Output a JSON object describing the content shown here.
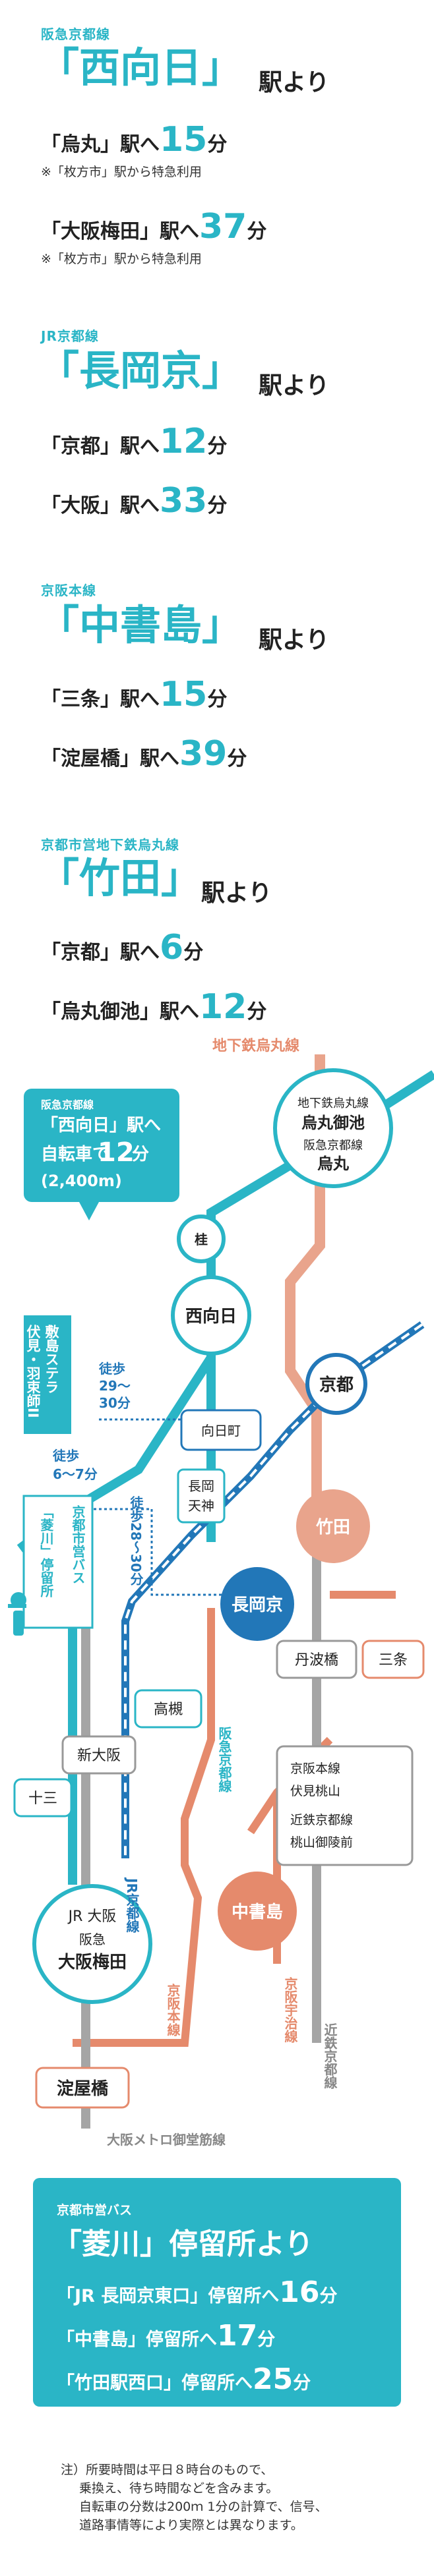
{
  "sections": [
    {
      "line": "阪急京都線",
      "station": "「西向日」",
      "yori": "駅より",
      "routes": [
        {
          "dest": "「烏丸」駅へ",
          "minutes": "15",
          "unit": "分",
          "note": "※「枚方市」駅から特急利用"
        },
        {
          "dest": "「大阪梅田」駅へ",
          "minutes": "37",
          "unit": "分",
          "note": "※「枚方市」駅から特急利用"
        }
      ]
    },
    {
      "line": "JR京都線",
      "station": "「長岡京」",
      "yori": "駅より",
      "routes": [
        {
          "dest": "「京都」駅へ",
          "minutes": "12",
          "unit": "分"
        },
        {
          "dest": "「大阪」駅へ",
          "minutes": "33",
          "unit": "分"
        }
      ]
    },
    {
      "line": "京阪本線",
      "station": "「中書島」",
      "yori": "駅より",
      "routes": [
        {
          "dest": "「三条」駅へ",
          "minutes": "15",
          "unit": "分"
        },
        {
          "dest": "「淀屋橋」駅へ",
          "minutes": "39",
          "unit": "分"
        }
      ]
    },
    {
      "line": "京都市営地下鉄烏丸線",
      "station": "「竹田」",
      "yori": "駅より",
      "routes": [
        {
          "dest": "「京都」駅へ",
          "minutes": "6",
          "unit": "分"
        },
        {
          "dest": "「烏丸御池」駅へ",
          "minutes": "12",
          "unit": "分"
        }
      ]
    }
  ],
  "map": {
    "callout_line": "阪急京都線",
    "callout_title": "「西向日」駅へ",
    "callout_bike": "自転車で",
    "callout_minutes": "12",
    "callout_unit": "分",
    "callout_dist": "(2,400m)",
    "subway_label": "地下鉄烏丸線",
    "karasuma_line": "地下鉄烏丸線",
    "karasuma_oike": "烏丸御池",
    "hankyu_line2": "阪急京都線",
    "karasuma": "烏丸",
    "katsura": "桂",
    "nishimuko": "西向日",
    "kyoto": "京都",
    "mukomachi": "向日町",
    "nagaoka_tenjin_1": "長岡",
    "nagaoka_tenjin_2": "天神",
    "takeda": "竹田",
    "nagaokakyo": "長岡京",
    "tanbabashi": "丹波橋",
    "sanjo": "三条",
    "takatsuki": "高槻",
    "shinosaka": "新大阪",
    "juso": "十三",
    "jr_osaka_1": "JR 大阪",
    "jr_osaka_2": "阪急",
    "jr_osaka_3": "大阪梅田",
    "keihan_a": "京阪本線",
    "keihan_b": "伏見桃山",
    "keihan_c": "近鉄京都線",
    "keihan_d": "桃山御陵前",
    "chushojima": "中書島",
    "yodoyabashi": "淀屋橋",
    "midosuji": "大阪メトロ御堂筋線",
    "kintetsu": "近鉄京都線",
    "keihan_uji": "京阪宇治線",
    "keihan_main": "京阪本線",
    "hankyu_vert": "阪急京都線",
    "jr_vert": "JR京都線",
    "bus_vert": "京都市営バス",
    "hishikawa_vert": "「菱川」停留所",
    "stella_vert": "敷島ステラ",
    "fushimi_vert": "伏見・羽束師II",
    "walk1": "徒歩",
    "walk1b": "29〜",
    "walk1c": "30分",
    "walk2": "徒歩",
    "walk2b": "6〜7分",
    "walk3": "徒歩28〜30分"
  },
  "bus": {
    "label": "京都市営バス",
    "title": "「菱川」停留所より",
    "routes": [
      {
        "dest": "「JR 長岡京東口」停留所へ",
        "minutes": "16",
        "unit": "分"
      },
      {
        "dest": "「中書島」停留所へ",
        "minutes": "17",
        "unit": "分"
      },
      {
        "dest": "「竹田駅西口」停留所へ",
        "minutes": "25",
        "unit": "分"
      }
    ]
  },
  "footnote": {
    "lead": "注）",
    "lines": [
      "所要時間は平日８時台のもので、",
      "乗換え、待ち時間などを含みます。",
      "自転車の分数は200ｍ 1分の計算で、信号、",
      "道路事情等により実際とは異なります。"
    ]
  },
  "colors": {
    "teal": "#2ab5c6",
    "blue": "#2277b8",
    "salmon": "#e58a6c",
    "gray": "#9a9a9a"
  }
}
